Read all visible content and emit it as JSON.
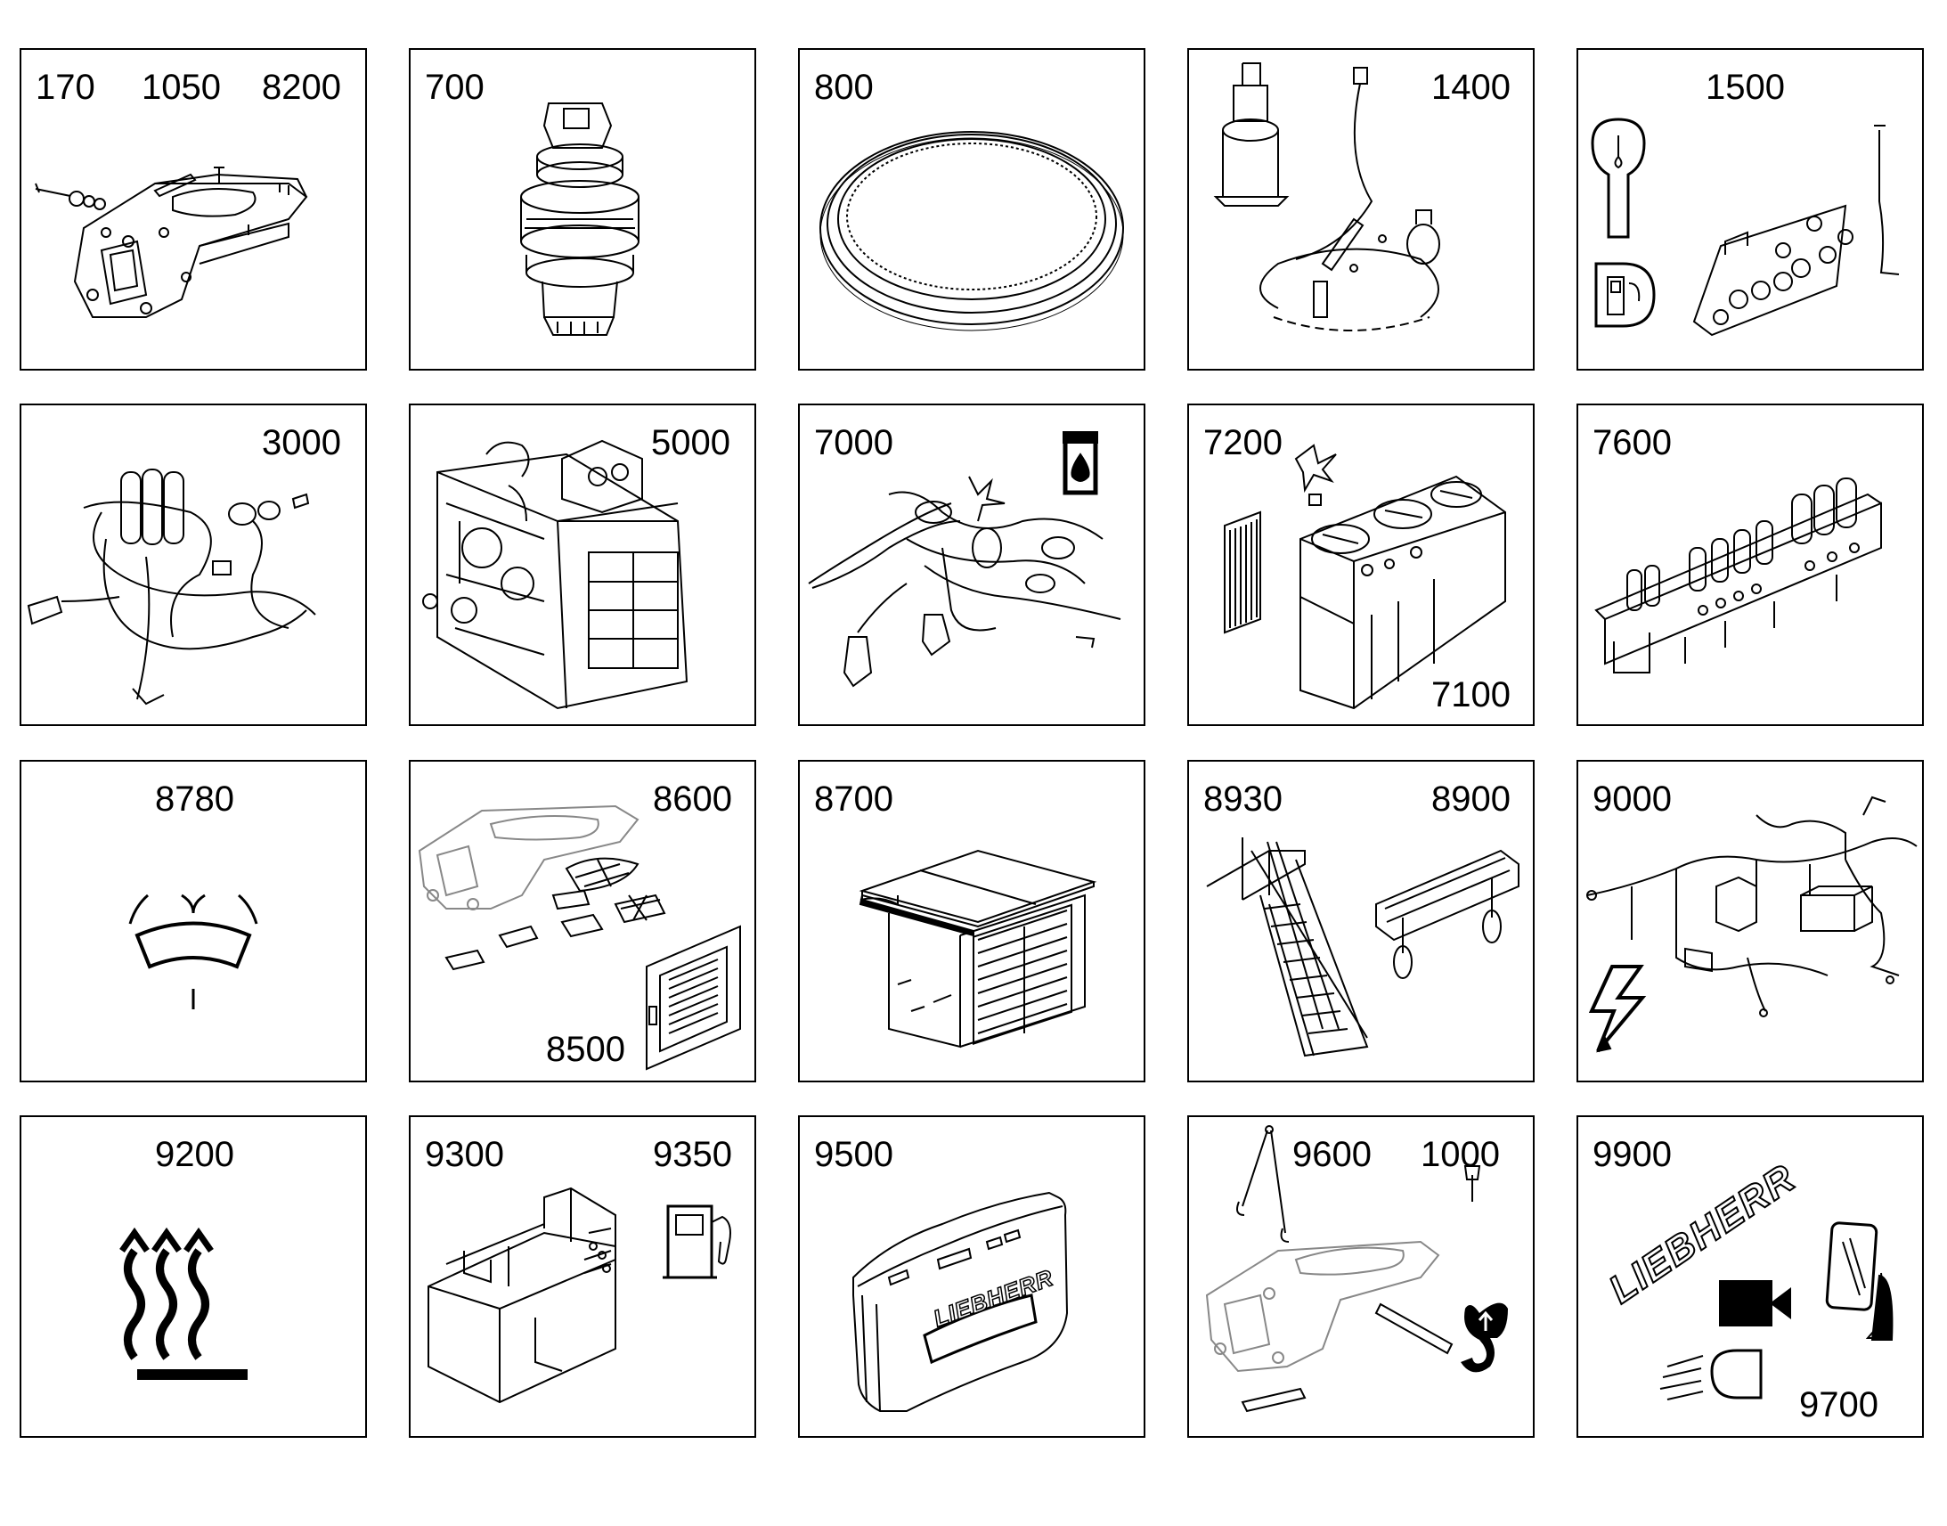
{
  "tiles": [
    {
      "id": "t1",
      "labels": [
        "170",
        "1050",
        "8200"
      ],
      "icon": "uppercarriage-frame"
    },
    {
      "id": "t2",
      "labels": [
        "700"
      ],
      "icon": "slewing-gear-motor"
    },
    {
      "id": "t3",
      "labels": [
        "800"
      ],
      "icon": "slewing-ring"
    },
    {
      "id": "t4",
      "labels": [
        "1400"
      ],
      "icon": "central-lubrication"
    },
    {
      "id": "t5",
      "labels": [
        "1500"
      ],
      "icon": "control-valve-block"
    },
    {
      "id": "t6",
      "labels": [
        "3000"
      ],
      "icon": "cable-harness"
    },
    {
      "id": "t7",
      "labels": [
        "5000"
      ],
      "icon": "engine-module"
    },
    {
      "id": "t8",
      "labels": [
        "7000"
      ],
      "icon": "hydraulic-piping"
    },
    {
      "id": "t9",
      "labels": [
        "7200",
        "7100"
      ],
      "icon": "hydraulic-tank-cooler"
    },
    {
      "id": "t10",
      "labels": [
        "7600"
      ],
      "icon": "control-block"
    },
    {
      "id": "t11",
      "labels": [
        "8780"
      ],
      "icon": "windshield-wiper"
    },
    {
      "id": "t12",
      "labels": [
        "8600",
        "8500"
      ],
      "icon": "covers-and-grille"
    },
    {
      "id": "t13",
      "labels": [
        "8700"
      ],
      "icon": "operator-cab"
    },
    {
      "id": "t14",
      "labels": [
        "8930",
        "8900"
      ],
      "icon": "ladder-and-railing"
    },
    {
      "id": "t15",
      "labels": [
        "9000"
      ],
      "icon": "electrical-system"
    },
    {
      "id": "t16",
      "labels": [
        "9200"
      ],
      "icon": "heating"
    },
    {
      "id": "t17",
      "labels": [
        "9300",
        "9350"
      ],
      "icon": "fuel-tank"
    },
    {
      "id": "t18",
      "labels": [
        "9500"
      ],
      "icon": "counterweight"
    },
    {
      "id": "t19",
      "labels": [
        "9600",
        "1000"
      ],
      "icon": "lifting-gear"
    },
    {
      "id": "t20",
      "labels": [
        "9900",
        "9700"
      ],
      "icon": "decals-camera-mirror"
    }
  ],
  "logo_text": "LIEBHERR"
}
